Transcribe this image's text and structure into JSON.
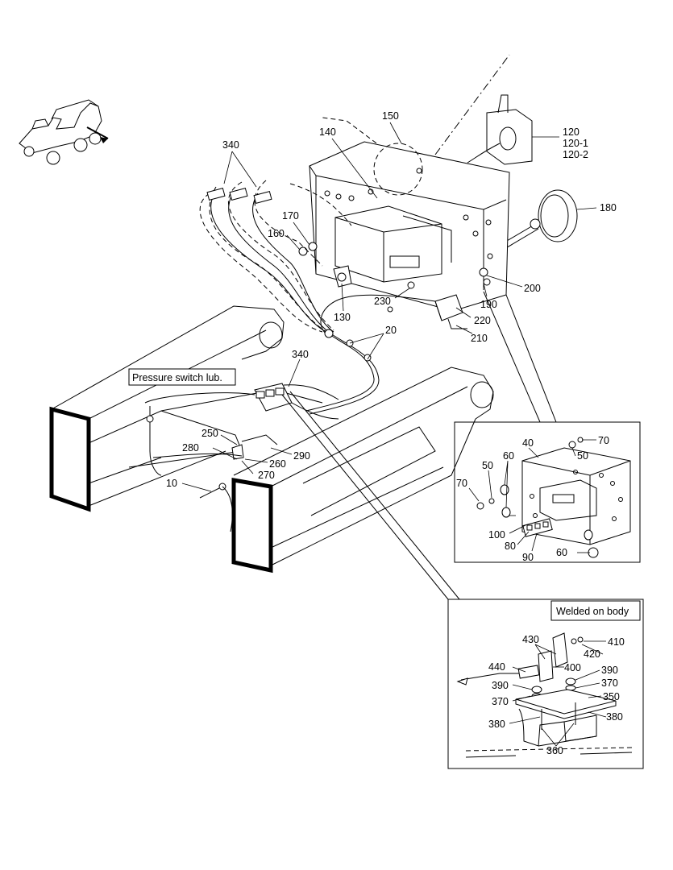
{
  "callouts": {
    "c340a": "340",
    "c140": "140",
    "c150": "150",
    "c120": "120",
    "c120_1": "120-1",
    "c120_2": "120-2",
    "c180": "180",
    "c170": "170",
    "c160": "160",
    "c200": "200",
    "c190": "190",
    "c230": "230",
    "c130": "130",
    "c220": "220",
    "c210": "210",
    "c20": "20",
    "c340b": "340",
    "c250": "250",
    "c280": "280",
    "c290": "290",
    "c260": "260",
    "c270": "270",
    "c10": "10"
  },
  "labels": {
    "pressure_switch": "Pressure switch lub.",
    "welded_on_body": "Welded on body"
  },
  "detail_a": {
    "c40": "40",
    "c70a": "70",
    "c50a": "50",
    "c60a": "60",
    "c50b": "50",
    "c70b": "70",
    "c100": "100",
    "c80": "80",
    "c90": "90",
    "c60b": "60"
  },
  "detail_b": {
    "c430": "430",
    "c410": "410",
    "c420": "420",
    "c440": "440",
    "c400": "400",
    "c390a": "390",
    "c390b": "390",
    "c370a": "370",
    "c370b": "370",
    "c350": "350",
    "c380a": "380",
    "c380b": "380",
    "c360": "360"
  }
}
